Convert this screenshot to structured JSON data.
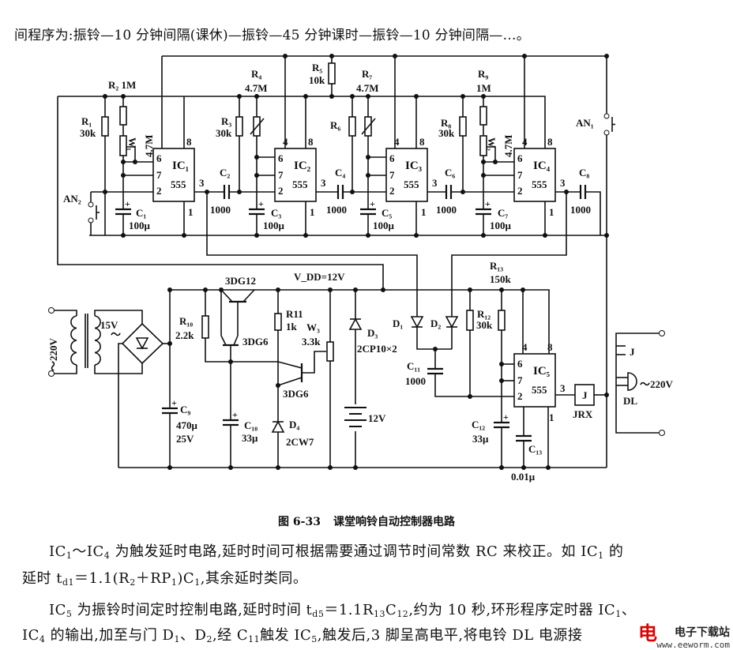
{
  "intro_line": "间程序为:振铃—10 分钟间隔(课休)—振铃—45 分钟课时—振铃—10 分钟间隔—…。",
  "figure": {
    "number": "图 6-33",
    "title": "课堂响铃自动控制器电路"
  },
  "paragraphs": [
    [
      "IC",
      {
        "sub": "1"
      },
      "～IC",
      {
        "sub": "4"
      },
      " 为触发延时电路,延时时间可根据需要通过调节时间常数 RC 来校正。如 IC",
      {
        "sub": "1"
      },
      " 的"
    ],
    [
      "延时 t",
      {
        "sub": "d1"
      },
      "＝1.1(R",
      {
        "sub": "2"
      },
      "＋RP",
      {
        "sub": "1"
      },
      ")C",
      {
        "sub": "1"
      },
      ",其余延时类同。"
    ],
    [
      "IC",
      {
        "sub": "5"
      },
      " 为振铃时间定时控制电路,延时时间 t",
      {
        "sub": "d5"
      },
      "＝1.1R",
      {
        "sub": "13"
      },
      "C",
      {
        "sub": "12"
      },
      ",约为 10 秒,环形程序定时器 IC",
      {
        "sub": "1"
      },
      "、"
    ],
    [
      "IC",
      {
        "sub": "4"
      },
      " 的输出,加至与门 D",
      {
        "sub": "1"
      },
      "、D",
      {
        "sub": "2"
      },
      ",经 C",
      {
        "sub": "11"
      },
      "触发 IC",
      {
        "sub": "5"
      },
      ",触发后,3 脚呈高电平,将电铃 DL 电源接"
    ]
  ],
  "watermark": {
    "logo": "电",
    "site_name": "电子下载站",
    "url": "www.eeworm.com"
  },
  "circuit": {
    "ic_type": "555",
    "ics": [
      "IC₁",
      "IC₂",
      "IC₃",
      "IC₄",
      "IC₅"
    ],
    "pins": {
      "p1": "1",
      "p2": "2",
      "p3": "3",
      "p4": "4",
      "p6": "6",
      "p7": "7",
      "p8": "8"
    },
    "labels": {
      "r1": "R₁",
      "r1v": "30k",
      "r2": "R₂ 1M",
      "w1": "W₁",
      "w1v": "4.7M",
      "r3": "R₃",
      "r3v": "30k",
      "r4": "R₄",
      "r4v": "4.7M",
      "r5": "R₅",
      "r5v": "10k",
      "r6": "R₆",
      "r7": "R₇",
      "r7v": "4.7M",
      "r8": "R₈",
      "r8v": "30k",
      "r9": "R₉",
      "r9v": "1M",
      "w2": "W₂",
      "w2v": "4.7M",
      "c1": "C₁",
      "c1v": "100μ",
      "c2": "C₂",
      "c2v": "1000",
      "c3": "C₃",
      "c3v": "100μ",
      "c4": "C₄",
      "c4v": "1000",
      "c5": "C₅",
      "c5v": "100μ",
      "c6": "C₆",
      "c6v": "1000",
      "c7": "C₇",
      "c7v": "100μ",
      "c8": "C₈",
      "c8v": "1000",
      "an1": "AN₁",
      "an2": "AN₂",
      "mains": "～220V",
      "sec": "15V",
      "sec_ac": "～",
      "q1": "3DG12",
      "q2": "3DG6",
      "q3": "3DG6",
      "vdd": "V_DD=12V",
      "r10": "R₁₀",
      "r10v": "2.2k",
      "r11": "R11",
      "r11v": "1k",
      "w3": "W₃",
      "w3v": "3.3k",
      "d3": "D₃",
      "d3v": "2CP10×2",
      "d1": "D₁",
      "d2": "D₂",
      "d4": "D₄",
      "d4v": "2CW7",
      "c9": "C₉",
      "c9v": "470μ",
      "c9v2": "25V",
      "c10": "C₁₀",
      "c10v": "33μ",
      "bat": "12V",
      "c11": "C₁₁",
      "c11v": "1000",
      "r12": "R₁₂",
      "r12v": "30k",
      "r13": "R₁₃",
      "r13v": "150k",
      "c12": "C₁₂",
      "c12v": "33μ",
      "c13": "C₁₃",
      "c13v": "0.01μ",
      "relay": "J",
      "relay_type": "JRX",
      "contact": "J",
      "bell": "DL",
      "bell_supply": "～220V"
    }
  }
}
